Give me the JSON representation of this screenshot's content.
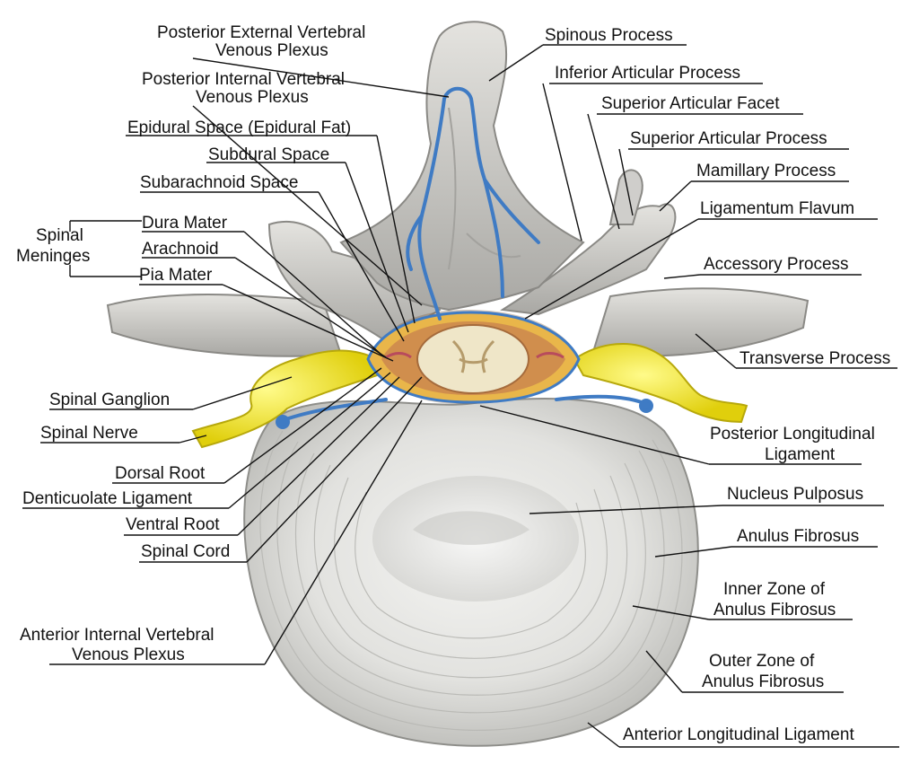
{
  "labels": {
    "posterior_external_plexus": [
      "Posterior External Vertebral",
      "Venous Plexus"
    ],
    "posterior_internal_plexus": [
      "Posterior Internal Vertebral",
      "Venous Plexus"
    ],
    "epidural_space": "Epidural Space (Epidural Fat)",
    "subdural_space": "Subdural Space",
    "subarachnoid_space": "Subarachnoid Space",
    "spinal_meninges": [
      "Spinal",
      "Meninges"
    ],
    "dura_mater": "Dura Mater",
    "arachnoid": "Arachnoid",
    "pia_mater": "Pia Mater",
    "spinal_ganglion": "Spinal Ganglion",
    "spinal_nerve": "Spinal Nerve",
    "dorsal_root": "Dorsal Root",
    "denticulate_ligament": "Denticuolate Ligament",
    "ventral_root": "Ventral Root",
    "spinal_cord": "Spinal Cord",
    "anterior_internal_plexus": [
      "Anterior Internal Vertebral",
      "Venous Plexus"
    ],
    "spinous_process": "Spinous Process",
    "inferior_articular_process": "Inferior Articular Process",
    "superior_articular_facet": "Superior Articular Facet",
    "superior_articular_process": "Superior Articular Process",
    "mamillary_process": "Mamillary Process",
    "ligamentum_flavum": "Ligamentum Flavum",
    "accessory_process": "Accessory Process",
    "transverse_process": "Transverse Process",
    "posterior_longitudinal_ligament": [
      "Posterior Longitudinal",
      "Ligament"
    ],
    "nucleus_pulposus": "Nucleus Pulposus",
    "anulus_fibrosus": "Anulus Fibrosus",
    "inner_zone": [
      "Inner Zone of",
      "Anulus Fibrosus"
    ],
    "outer_zone": [
      "Outer Zone of",
      "Anulus Fibrosus"
    ],
    "anterior_longitudinal_ligament": "Anterior Longitudinal Ligament"
  },
  "colors": {
    "bone": "#d9d8d4",
    "bone_shadow": "#9d9c98",
    "disc": "#e6e6e4",
    "nerve": "#f2e81c",
    "vein": "#3f7bc4",
    "cord": "#efe6c8",
    "fat": "#e9b64a",
    "dura": "#c9854d"
  },
  "icons": [
    "vertebra-illustration",
    "intervertebral-disc",
    "spinal-cord",
    "spinal-nerve",
    "venous-plexus"
  ]
}
